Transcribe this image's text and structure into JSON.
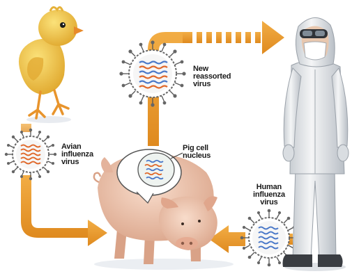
{
  "labels": {
    "new_virus": [
      "New",
      "reassorted",
      "virus"
    ],
    "avian_virus": [
      "Avian",
      "influenza",
      "virus"
    ],
    "pig_nucleus": [
      "Pig cell",
      "nucleus"
    ],
    "human_virus": [
      "Human",
      "influenza",
      "virus"
    ]
  },
  "colors": {
    "arrow": "#e8982a",
    "chick": "#f2c64a",
    "pig": "#f0c6b0",
    "suit": "#eef0f2",
    "avian_rna": "#e0682a",
    "human_rna": "#4a78c8",
    "nucleus": "#eef3f0"
  },
  "icons": [
    "chick-icon",
    "pig-icon",
    "human-in-protective-suit-icon",
    "avian-virus-icon",
    "human-virus-icon",
    "reassorted-virus-icon",
    "pig-cell-nucleus-icon"
  ]
}
